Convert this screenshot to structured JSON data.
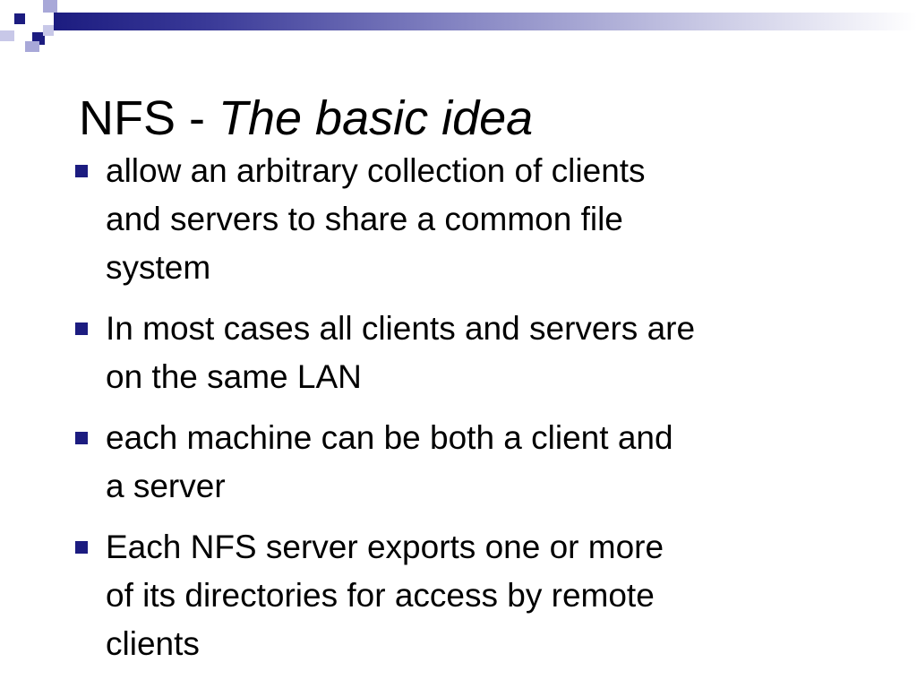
{
  "slide": {
    "title": {
      "prefix": "NFS - ",
      "emphasis": "The basic idea"
    },
    "bullets": [
      {
        "line1": "allow an arbitrary collection of clients",
        "line2": "and servers to share a common file",
        "line3": "system"
      },
      {
        "line1": "In most cases all clients and servers are",
        "line2": "on the same LAN",
        "line3": ""
      },
      {
        "line1": "each machine can be both a client and",
        "line2": "a server",
        "line3": ""
      },
      {
        "line1": "Each NFS server exports one or more",
        "line2": "of its directories for access by remote",
        "line3": "clients"
      }
    ]
  },
  "theme": {
    "accent": "#1c1c80",
    "accent_light": "#a8a8d8"
  }
}
